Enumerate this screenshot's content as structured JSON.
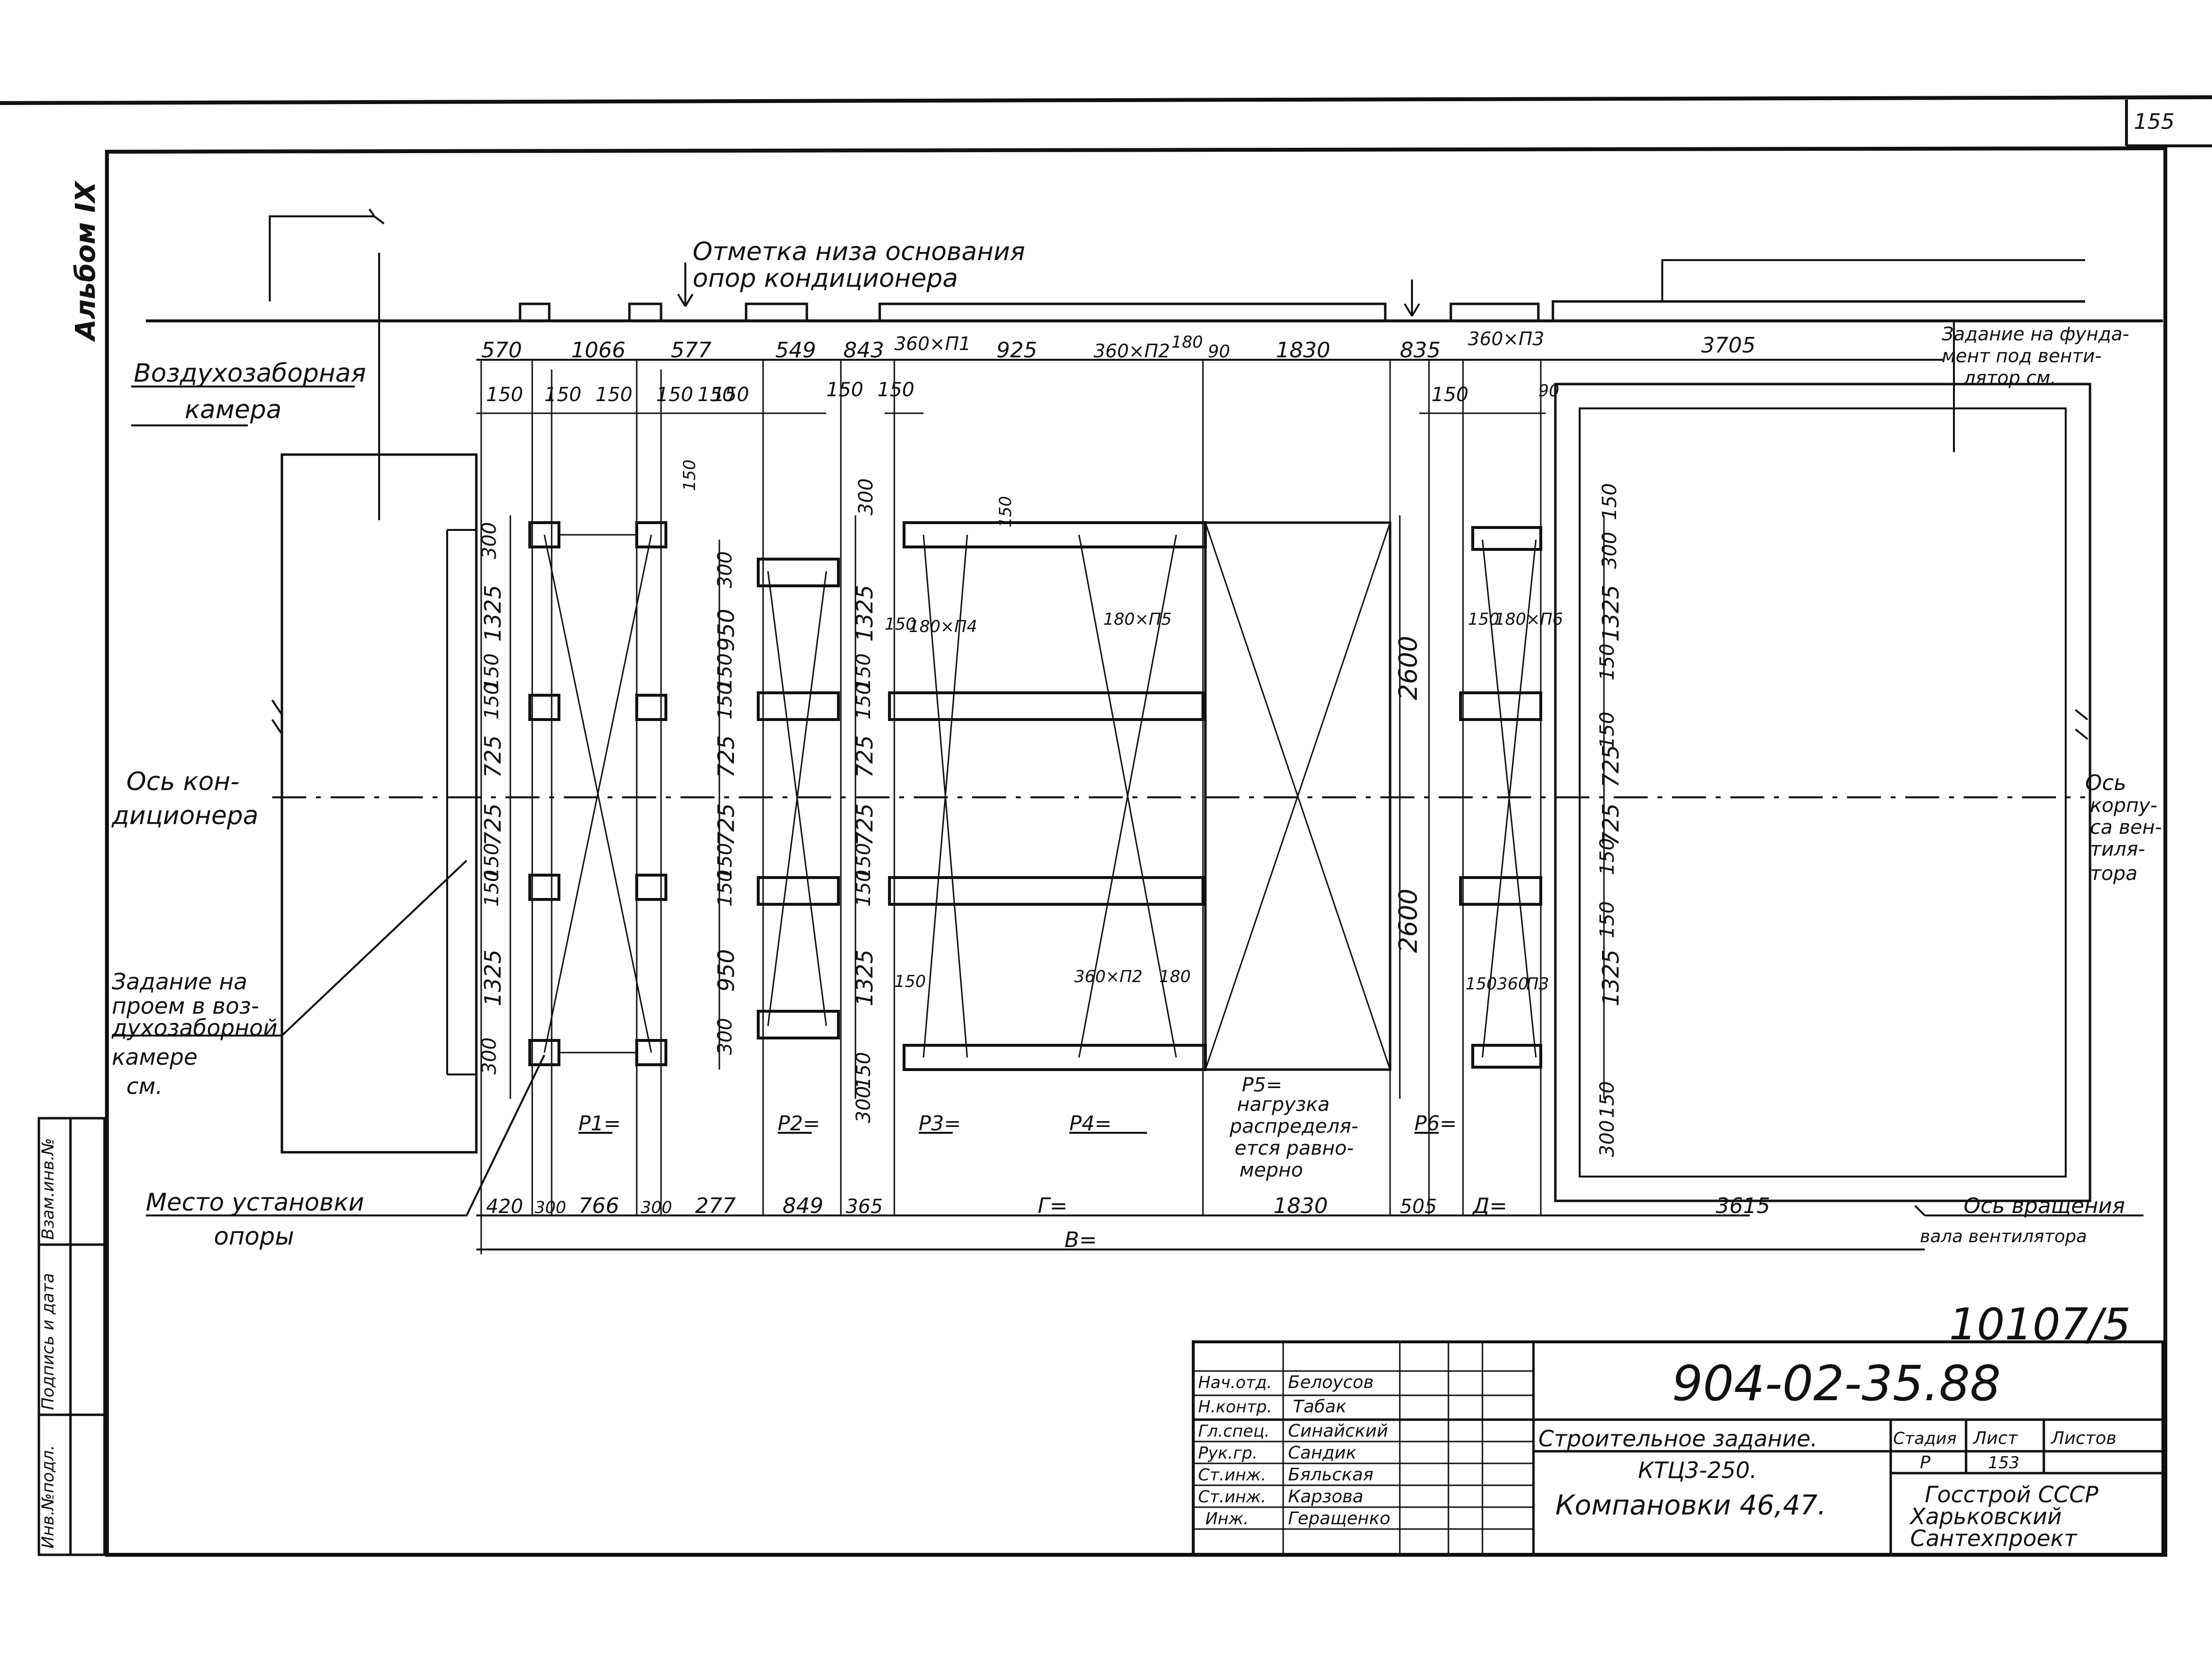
{
  "page_number": "155",
  "album": "Альбом IX",
  "sheet_code": "10107/5",
  "project_code": "904-02-35.88",
  "titles": {
    "base_level": [
      "Отметка низа основания",
      "опор кондиционера"
    ],
    "intake_chamber": [
      "Воздухозаборная",
      "камера"
    ],
    "fan_foundation": [
      "Задание на фунда-",
      "мент под венти-",
      "лятор см."
    ],
    "conditioner_axis": [
      "Ось кон-",
      "диционера"
    ],
    "fan_axis": [
      "Ось",
      "корпу-",
      "са вен-",
      "тиля-",
      "тора"
    ],
    "opening_task": [
      "Задание на",
      "проем в воз-",
      "духозаборной",
      "камере",
      "см."
    ],
    "support_place": [
      "Место установки",
      "опоры"
    ],
    "rotation_axis": [
      "Ось вращения",
      "вала вентилятора"
    ],
    "p5_note": [
      "P5=",
      "нагрузка",
      "распределя-",
      "ется равно-",
      "мерно"
    ]
  },
  "dimensions": {
    "top": [
      "570",
      "1066",
      "577",
      "549",
      "843",
      "360×П1",
      "925",
      "360×П2",
      "180",
      "90",
      "1830",
      "835",
      "360×П3",
      "3705"
    ],
    "top_small": [
      "150",
      "150",
      "150",
      "150",
      "150",
      "150",
      "150",
      "150",
      "150",
      "90"
    ],
    "bottom": [
      "420",
      "300",
      "766",
      "300",
      "277",
      "849",
      "365",
      "Г=",
      "1830",
      "505",
      "Д=",
      "3615"
    ],
    "overall": "В=",
    "vert_left": [
      "300",
      "1325",
      "150",
      "150",
      "725",
      "725",
      "150",
      "150",
      "1325",
      "300"
    ],
    "vert_col2": [
      "300",
      "950",
      "150",
      "150",
      "725",
      "725",
      "150",
      "150",
      "950",
      "300"
    ],
    "vert_col3": [
      "300",
      "1325",
      "150",
      "150",
      "725",
      "725",
      "150",
      "150",
      "1325",
      "150",
      "300"
    ],
    "vert_center": [
      "2600",
      "2600"
    ],
    "vert_right": [
      "150",
      "300",
      "1325",
      "150",
      "150",
      "725",
      "725",
      "150",
      "150",
      "1325",
      "150",
      "300"
    ],
    "inner_labels": [
      "150",
      "180×П4",
      "180×П5",
      "150",
      "180×П6",
      "150",
      "360×П2",
      "180",
      "150",
      "360",
      "П3",
      "150",
      "150"
    ],
    "loads": [
      "P1=",
      "P2=",
      "P3=",
      "P4=",
      "P6="
    ]
  },
  "title_block": {
    "staff": [
      {
        "role": "Нач.отд.",
        "name": "Белоусов"
      },
      {
        "role": "Н.контр.",
        "name": "Табак"
      },
      {
        "role": "Гл.спец.",
        "name": "Синайский"
      },
      {
        "role": "Рук.гр.",
        "name": "Сандик"
      },
      {
        "role": "Ст.инж.",
        "name": "Бяльская"
      },
      {
        "role": "Ст.инж.",
        "name": "Карзова"
      },
      {
        "role": "Инж.",
        "name": "Геращенко"
      }
    ],
    "title_lines": [
      "Строительное задание.",
      "КТЦ3-250.",
      "Компановки 46,47."
    ],
    "headers": [
      "Стадия",
      "Лист",
      "Листов"
    ],
    "values": [
      "Р",
      "153",
      ""
    ],
    "org_lines": [
      "Госстрой СССР",
      "Харьковский",
      "Сантехпроект"
    ]
  },
  "side_stamp": [
    "Инв.№подл.",
    "Подпись и дата",
    "Взам.инв.№"
  ]
}
